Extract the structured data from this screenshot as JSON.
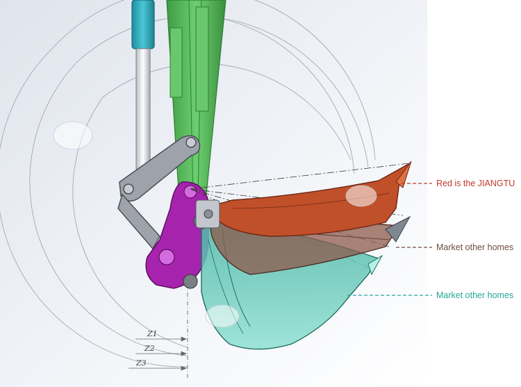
{
  "legend": [
    {
      "text": "Red is the JIANGTU",
      "color": "#c0392b"
    },
    {
      "text": "Market other homes",
      "color": "#6d4c41"
    },
    {
      "text": "Market other homes",
      "color": "#26a69a"
    }
  ],
  "radius_labels": [
    "Z1",
    "Z2",
    "Z3"
  ],
  "colors": {
    "red_bucket": "#c0502a",
    "brown_bucket": "#8d5a4b",
    "teal_bucket": "#5fc5b3",
    "arm": "#4caf50",
    "link": "#a020a8",
    "cylinder": "#2aa7b8",
    "background_panel": "#eef1f6"
  }
}
